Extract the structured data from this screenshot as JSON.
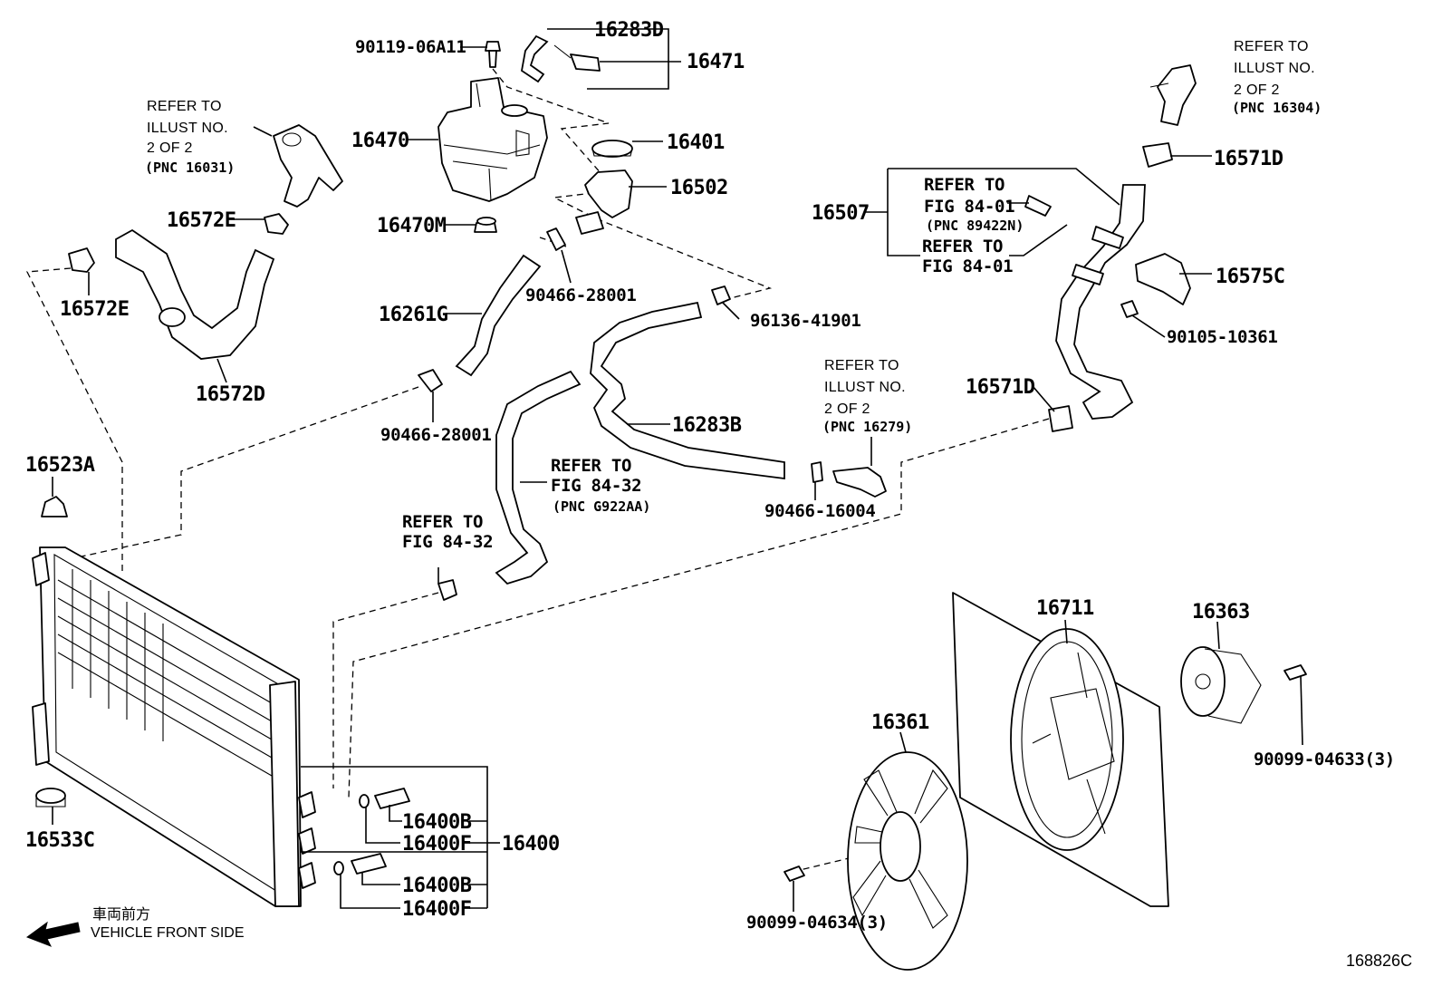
{
  "diagram_id": "168826C",
  "front_side": {
    "jp": "車両前方",
    "en": "VEHICLE FRONT SIDE",
    "arrow_icon": "left-arrow"
  },
  "parts": {
    "p90119_06A11": "90119-06A11",
    "p16283D": "16283D",
    "p16471": "16471",
    "p16470": "16470",
    "p16401": "16401",
    "p16502": "16502",
    "p16470M": "16470M",
    "p16572E_top": "16572E",
    "p16572E_left": "16572E",
    "p16572D": "16572D",
    "p16261G": "16261G",
    "p90466_28001_a": "90466-28001",
    "p90466_28001_b": "90466-28001",
    "p96136_41901": "96136-41901",
    "p16283B": "16283B",
    "p16507": "16507",
    "p16571D_top": "16571D",
    "p16571D_mid": "16571D",
    "p16575C": "16575C",
    "p90105_10361": "90105-10361",
    "p90466_16004": "90466-16004",
    "p16523A": "16523A",
    "p16533C": "16533C",
    "p16400B_1": "16400B",
    "p16400F_1": "16400F",
    "p16400": "16400",
    "p16400B_2": "16400B",
    "p16400F_2": "16400F",
    "p16711": "16711",
    "p16363": "16363",
    "p16361": "16361",
    "p90099_04633": "90099-04633(3)",
    "p90099_04634": "90099-04634(3)"
  },
  "refs": {
    "ref_16031": {
      "l1": "REFER TO",
      "l2": "ILLUST NO.",
      "l3": "2 OF 2",
      "l4": "(PNC 16031)"
    },
    "ref_16304": {
      "l1": "REFER TO",
      "l2": "ILLUST NO.",
      "l3": "2 OF 2",
      "l4": "(PNC 16304)"
    },
    "ref_16279": {
      "l1": "REFER TO",
      "l2": "ILLUST NO.",
      "l3": "2 OF 2",
      "l4": "(PNC 16279)"
    },
    "ref_89422N": {
      "l1": "REFER TO",
      "l2": "FIG 84-01",
      "l3": "(PNC 89422N)"
    },
    "ref_84_01": {
      "l1": "REFER TO",
      "l2": "FIG 84-01"
    },
    "ref_G922AA": {
      "l1": "REFER TO",
      "l2": "FIG 84-32",
      "l3": "(PNC G922AA)"
    },
    "ref_84_32": {
      "l1": "REFER TO",
      "l2": "FIG 84-32"
    }
  }
}
